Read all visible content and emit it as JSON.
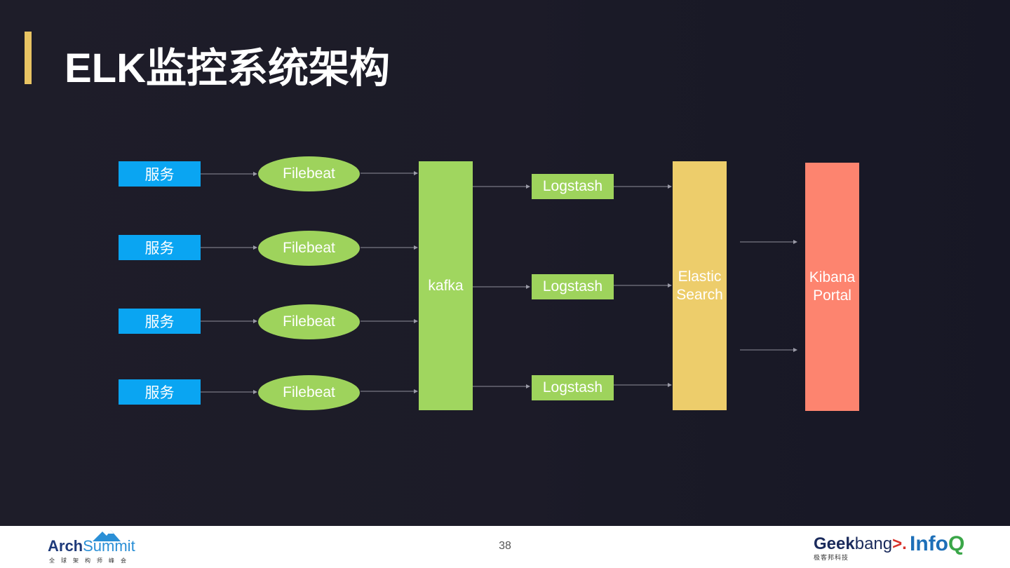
{
  "title": "ELK监控系统架构",
  "colors": {
    "accent": "#e9c463",
    "service": "#0aa5f2",
    "filebeat": "#9ed35c",
    "kafka": "#a0d65f",
    "logstash": "#9ed35c",
    "elastic": "#edcd6b",
    "kibana": "#fd846f"
  },
  "diagram": {
    "services": [
      "服务",
      "服务",
      "服务",
      "服务"
    ],
    "filebeats": [
      "Filebeat",
      "Filebeat",
      "Filebeat",
      "Filebeat"
    ],
    "kafka": "kafka",
    "logstash": [
      "Logstash",
      "Logstash",
      "Logstash"
    ],
    "elastic": {
      "line1": "Elastic",
      "line2": "Search"
    },
    "kibana": {
      "line1": "Kibana",
      "line2": "Portal"
    }
  },
  "footer": {
    "page_number": "38",
    "archsummit": {
      "arch": "Arch",
      "summit": "Summit",
      "sub": "全球架构师峰会"
    },
    "geekbang": {
      "geek": "Geek",
      "bang": "bang",
      "symbol": ">.",
      "sub": "极客邦科技"
    },
    "infoq": {
      "info": "Info",
      "q": "Q"
    }
  }
}
